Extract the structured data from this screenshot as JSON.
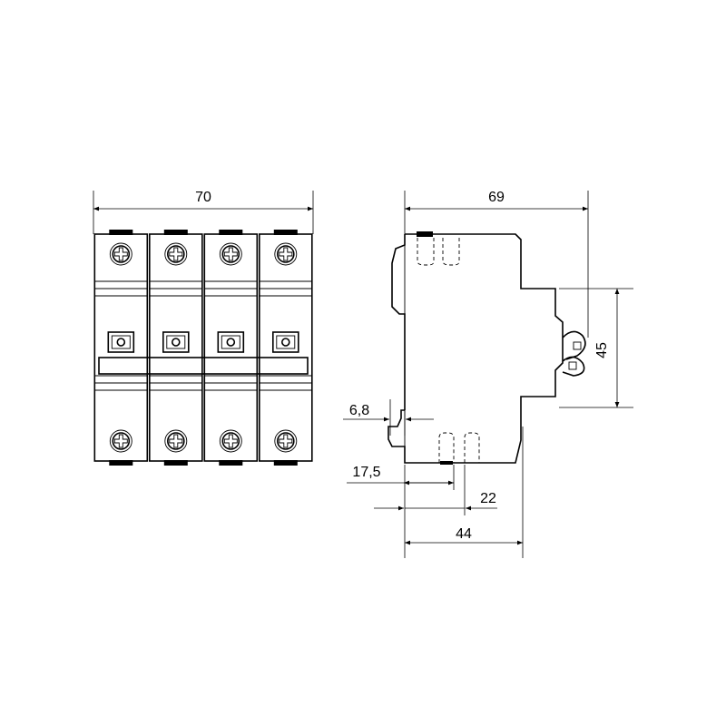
{
  "front_view": {
    "poles": 4,
    "width_label": "70"
  },
  "side_view": {
    "depth_label": "69",
    "height_label": "45",
    "rail_offset_label": "6,8",
    "terminal_offset_label": "17,5",
    "terminal_spacing_label": "22",
    "base_depth_label": "44"
  }
}
